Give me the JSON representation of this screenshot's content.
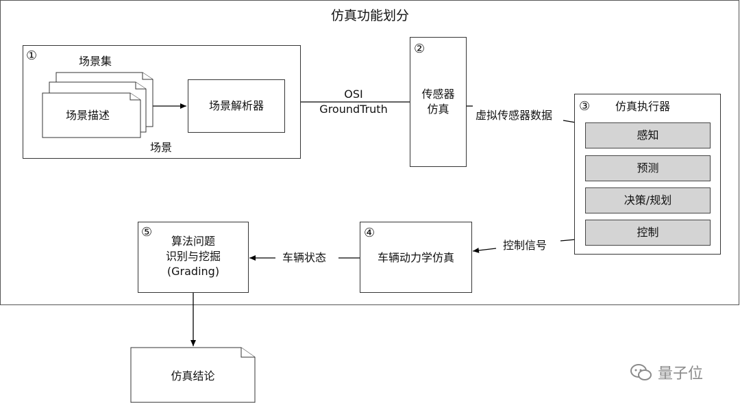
{
  "title": "仿真功能划分",
  "module1": {
    "number": "①",
    "stack_label": "场景集",
    "front_doc": "场景描述",
    "bottom_label": "场景",
    "parser": "场景解析器"
  },
  "edge_osi": [
    "OSI",
    "GroundTruth"
  ],
  "module2": {
    "number": "②",
    "line1": "传感器",
    "line2": "仿真"
  },
  "edge_virtual": "虚拟传感器数据",
  "module3": {
    "number": "③",
    "title": "仿真执行器",
    "items": [
      "感知",
      "预测",
      "决策/规划",
      "控制"
    ]
  },
  "edge_control": "控制信号",
  "module4": {
    "number": "④",
    "label": "车辆动力学仿真"
  },
  "edge_state": "车辆状态",
  "module5": {
    "number": "⑤",
    "line1": "算法问题",
    "line2": "识别与挖掘",
    "line3": "(Grading)"
  },
  "conclusion": "仿真结论",
  "watermark": "量子位",
  "colors": {
    "item_fill": "#d4d4d4",
    "border": "#333333"
  }
}
